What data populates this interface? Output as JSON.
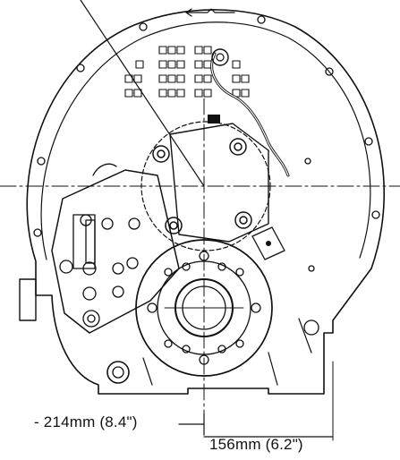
{
  "figure": {
    "description": "Transmission housing rear view with mounting dimensions",
    "dimensions": {
      "left_offset": "- 214mm (8.4\")",
      "right_offset": "156mm (6.2\")"
    }
  }
}
